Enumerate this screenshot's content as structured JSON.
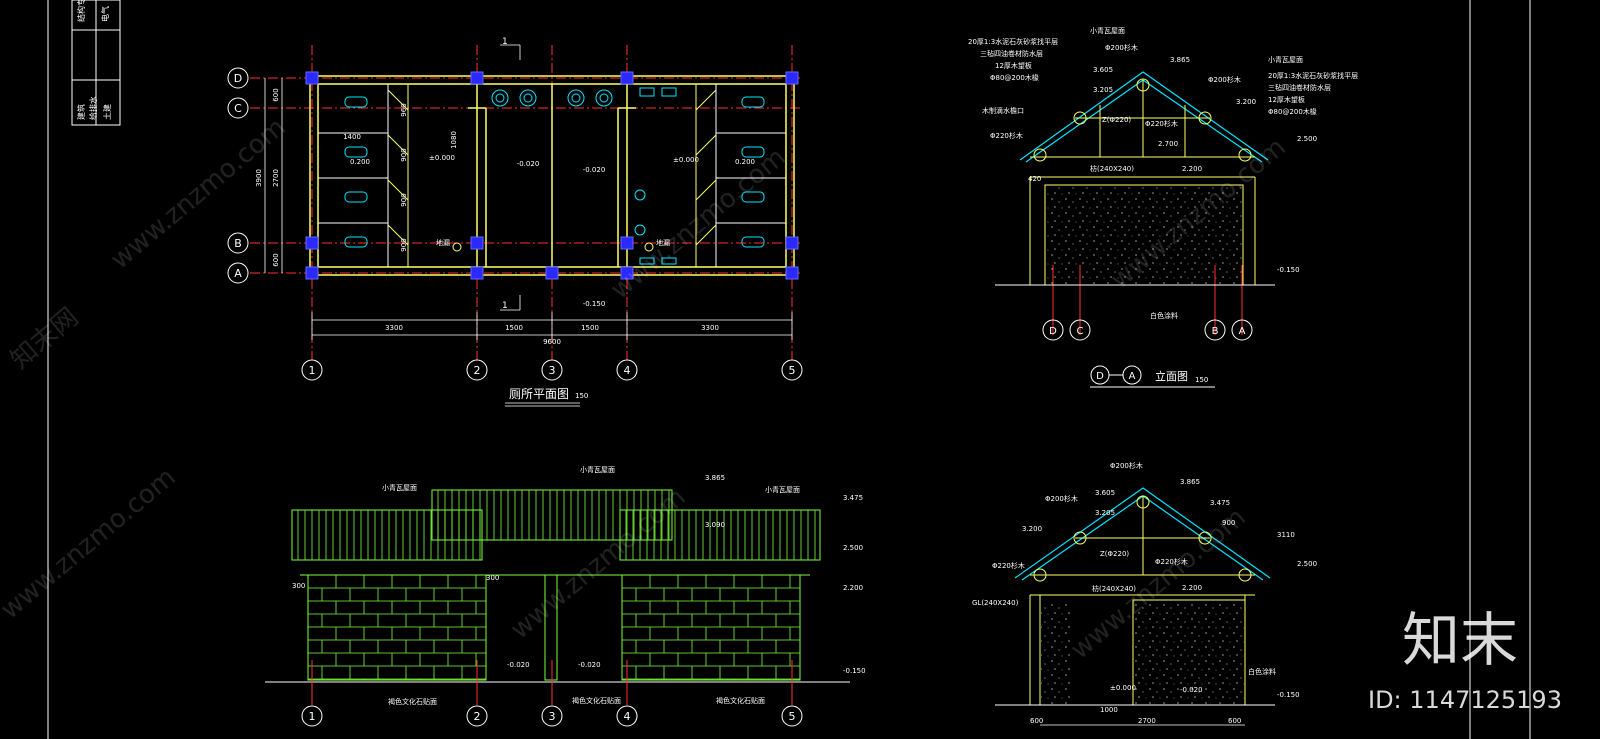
{
  "title_block": {
    "top_labels": [
      "结构专业",
      "电气"
    ],
    "bottom_labels": [
      "建筑",
      "给排水",
      "土建"
    ]
  },
  "axes": {
    "plan_rows": [
      "D",
      "C",
      "B",
      "A"
    ],
    "plan_cols": [
      "1",
      "2",
      "3",
      "4",
      "5"
    ],
    "side_axes": [
      "D",
      "C",
      "B",
      "A"
    ]
  },
  "plan": {
    "title": "厕所平面图",
    "scale": "150",
    "section_mark": "1",
    "row_dims": [
      "600",
      "2700",
      "600"
    ],
    "row_total": "3900",
    "col_dims": [
      "3300",
      "1500",
      "1500",
      "3300"
    ],
    "col_total": "9600",
    "levels": {
      "left_room": "±0.000",
      "mid_left": "-0.020",
      "mid_right": "-0.020",
      "right_room": "±0.000",
      "left_stall": "0.200",
      "right_stall": "0.200",
      "outside": "-0.150"
    },
    "stall_width": "1400",
    "partition_dims": [
      "960",
      "900",
      "900",
      "900",
      "1080"
    ],
    "drain_label": "地漏"
  },
  "section_elevation": {
    "title_left": "D",
    "title_mid": "A",
    "title_suffix": "立面图",
    "scale": "150",
    "levels": [
      "3.865",
      "3.605",
      "3.205",
      "3.200",
      "2.700",
      "2.500",
      "2.200",
      "-0.150"
    ],
    "roof_notes_left": [
      "20厚1:3水泥石灰砂浆找平层",
      "三毡四油卷材防水层",
      "12厚木望板",
      "Φ80@200木椽"
    ],
    "roof_notes_right": [
      "小青瓦屋面",
      "20厚1:3水泥石灰砂浆找平层",
      "三毡四油卷材防水层",
      "12厚木望板",
      "Φ80@200木椽"
    ],
    "roof_top_note": "小青瓦屋面",
    "members": [
      "Φ200杉木",
      "Φ200杉木",
      "Φ220杉木",
      "Z(Φ220)",
      "Φ220杉木",
      "枋(240X240)"
    ],
    "side_note": "木制滴水檐口",
    "wall_note": "白色涂料",
    "dim_420": "420"
  },
  "front_elevation": {
    "levels": [
      "3.865",
      "3.475",
      "3.090",
      "2.500",
      "2.200",
      "-0.020",
      "-0.020",
      "-0.150"
    ],
    "roof_notes": [
      "小青瓦屋面",
      "小青瓦屋面",
      "小青瓦屋面"
    ],
    "wall_notes": [
      "褐色文化石贴面",
      "褐色文化石贴面",
      "褐色文化石贴面"
    ],
    "dims": [
      "300",
      "300"
    ]
  },
  "side_elevation": {
    "levels": [
      "3.865",
      "3.605",
      "3.205",
      "3.200",
      "3.475",
      "2.500",
      "2.200",
      "±0.000",
      "-0.020",
      "-0.150"
    ],
    "members": [
      "Φ200杉木",
      "Φ200杉木",
      "Φ220杉木",
      "Z(Φ220)",
      "Φ220杉木",
      "枋(240X240)",
      "GL(240X240)"
    ],
    "wall_note": "白色涂料",
    "dims": [
      "600",
      "2700",
      "600",
      "1000",
      "900",
      "3110"
    ]
  },
  "watermark": {
    "logo": "知末",
    "id_text": "ID: 1147125193",
    "tile_text": "www.znzmo.com",
    "tile_text2": "知末网"
  }
}
